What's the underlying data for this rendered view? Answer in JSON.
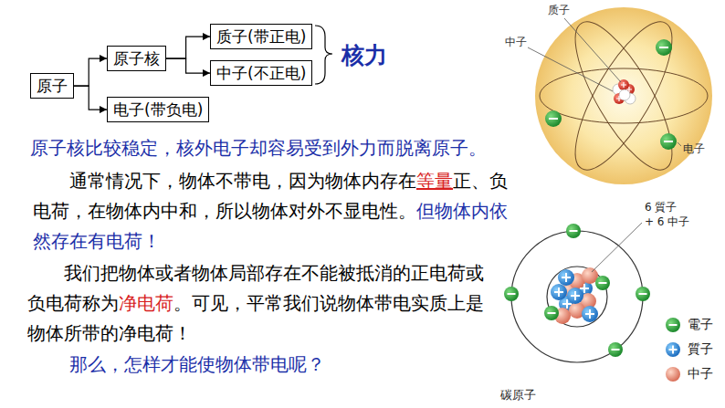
{
  "diagram": {
    "nodes": [
      {
        "text": [
          "原子"
        ]
      },
      {
        "text": [
          "原子核"
        ]
      },
      {
        "text": [
          "质子(带正电)"
        ]
      },
      {
        "text": [
          "中子(不正电)"
        ]
      },
      {
        "text": [
          "电子(带负电)"
        ]
      }
    ],
    "edges": [
      {
        "from": 0,
        "to": 1,
        "arrow": "to"
      },
      {
        "from": 0,
        "to": 4,
        "arrow": "to"
      },
      {
        "from": 1,
        "to": 2,
        "arrow": "to"
      },
      {
        "from": 1,
        "to": 3,
        "arrow": "to"
      }
    ],
    "labels": [
      "核力",
      "原子核比较稳定，核外电子却容易受到外力而脱离原子。",
      "通常情况下，物体不带电，因为物体内存在",
      "等量",
      "正、负电荷，在物体内中和，所以物体对外不显电性。",
      "但物体内依然存在有电荷！",
      "我们把物体或者物体局部存在不能被抵消的正电荷或负电荷称为",
      "净电荷",
      "。可见，平常我们说物体带电实质上是物体所带的净电荷！",
      "那么，怎样才能使物体带电呢？",
      "质子",
      "中子",
      "电子",
      "6 質子",
      "+ 6 中子",
      "碳原子"
    ],
    "legend": [
      {
        "text": "電子"
      },
      {
        "text": "質子"
      },
      {
        "text": "中子"
      }
    ]
  }
}
